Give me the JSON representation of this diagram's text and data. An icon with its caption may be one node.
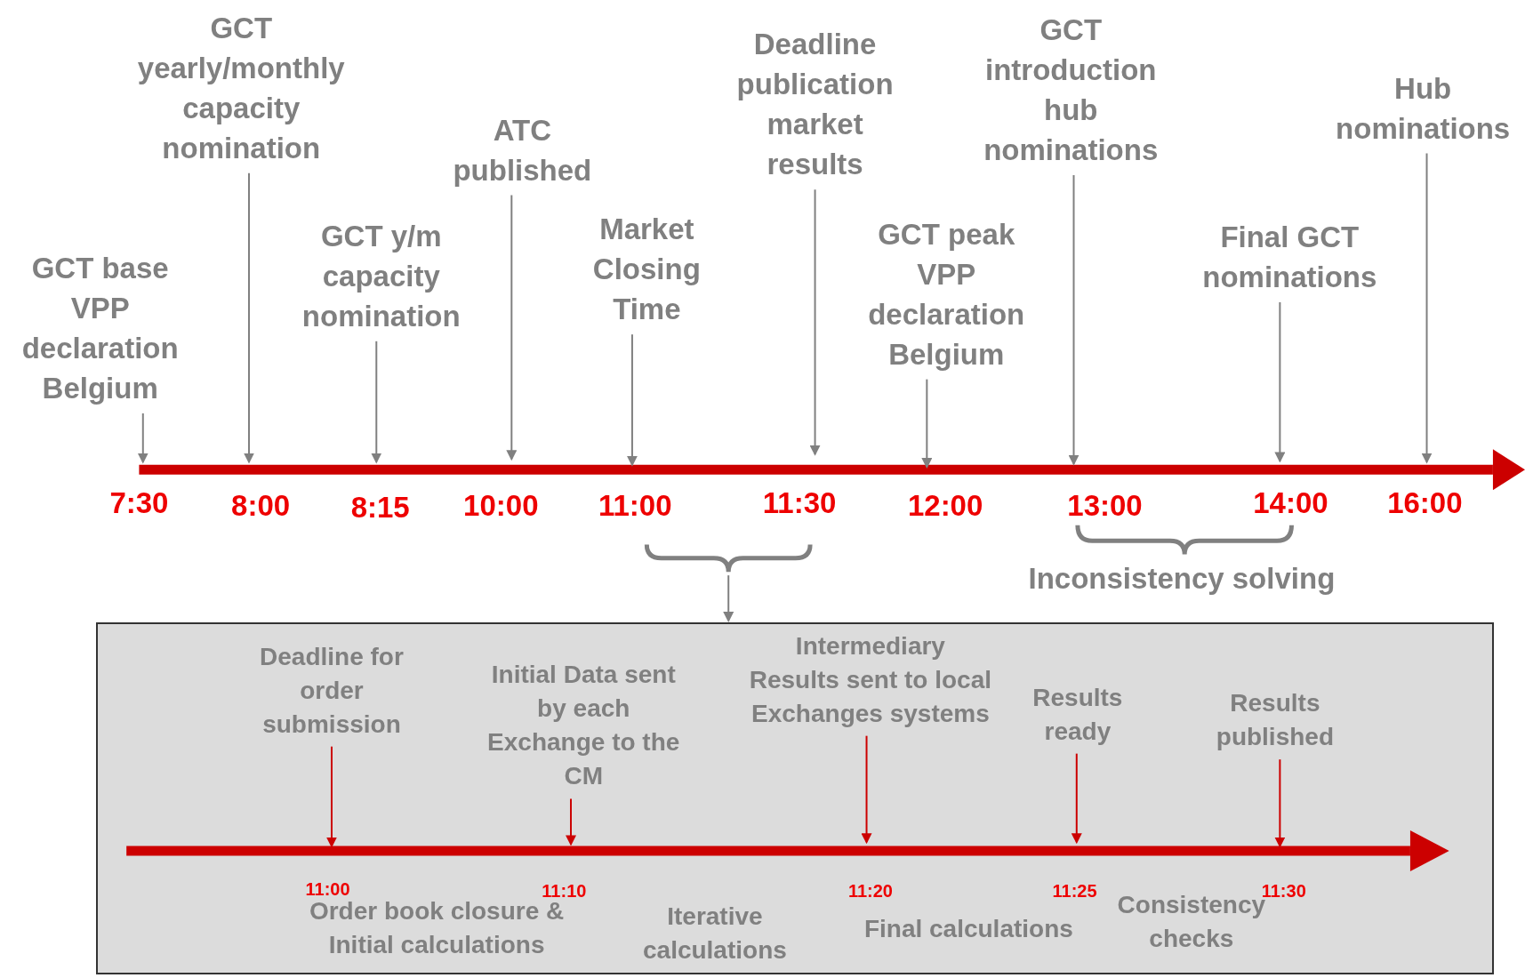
{
  "diagram": {
    "nodes": [
      {
        "text": [
          "GCT base VPP declaration Belgium"
        ]
      },
      {
        "text": [
          "GCT yearly/monthly capacity nomination"
        ]
      },
      {
        "text": [
          "GCT y/m capacity nomination"
        ]
      },
      {
        "text": [
          "ATC published"
        ]
      },
      {
        "text": [
          "Market Closing Time"
        ]
      },
      {
        "text": [
          "Deadline publication market results"
        ]
      },
      {
        "text": [
          "GCT peak VPP declaration Belgium"
        ]
      },
      {
        "text": [
          "GCT introduction hub nominations"
        ]
      },
      {
        "text": [
          "Final GCT nominations"
        ]
      },
      {
        "text": [
          "Hub nominations"
        ]
      },
      {
        "text": [],
        "shape": "box"
      },
      {
        "text": [
          "Deadline for order submission"
        ],
        "in": 10
      },
      {
        "text": [
          "Initial Data sent by each Exchange to the CM"
        ],
        "in": 10
      },
      {
        "text": [
          "Intermediary Results sent to local Exchanges systems"
        ],
        "in": 10
      },
      {
        "text": [
          "Results ready"
        ],
        "in": 10
      },
      {
        "text": [
          "Results published"
        ],
        "in": 10
      },
      {
        "text": [],
        "shape": "bracket"
      }
    ],
    "edges": [
      {
        "from": 0,
        "to": null,
        "arrow": "to"
      },
      {
        "from": 1,
        "to": null,
        "arrow": "to"
      },
      {
        "from": 2,
        "to": null,
        "arrow": "to"
      },
      {
        "from": 3,
        "to": null,
        "arrow": "to"
      },
      {
        "from": 4,
        "to": null,
        "arrow": "to"
      },
      {
        "from": 5,
        "to": null,
        "arrow": "to"
      },
      {
        "from": 6,
        "to": null,
        "arrow": "to"
      },
      {
        "from": 7,
        "to": null,
        "arrow": "to"
      },
      {
        "from": 8,
        "to": null,
        "arrow": "to"
      },
      {
        "from": 9,
        "to": null,
        "arrow": "to"
      },
      {
        "from": 16,
        "to": 10,
        "arrow": "to"
      },
      {
        "from": 11,
        "to": null,
        "arrow": "to",
        "color": "#cc0000"
      },
      {
        "from": 12,
        "to": null,
        "arrow": "to",
        "color": "#cc0000"
      },
      {
        "from": 13,
        "to": null,
        "arrow": "to",
        "color": "#cc0000"
      },
      {
        "from": 14,
        "to": null,
        "arrow": "to",
        "color": "#cc0000"
      },
      {
        "from": 15,
        "to": null,
        "arrow": "to",
        "color": "#cc0000"
      }
    ],
    "labels": [
      "7:30",
      "8:00",
      "8:15",
      "10:00",
      "11:00",
      "11:30",
      "12:00",
      "13:00",
      "14:00",
      "16:00",
      "Inconsistency solving",
      "11:00",
      "11:10",
      "11:20",
      "11:25",
      "11:30",
      "Order book closure & Initial calculations",
      "Iterative calculations",
      "Final calculations",
      "Consistency checks"
    ]
  }
}
